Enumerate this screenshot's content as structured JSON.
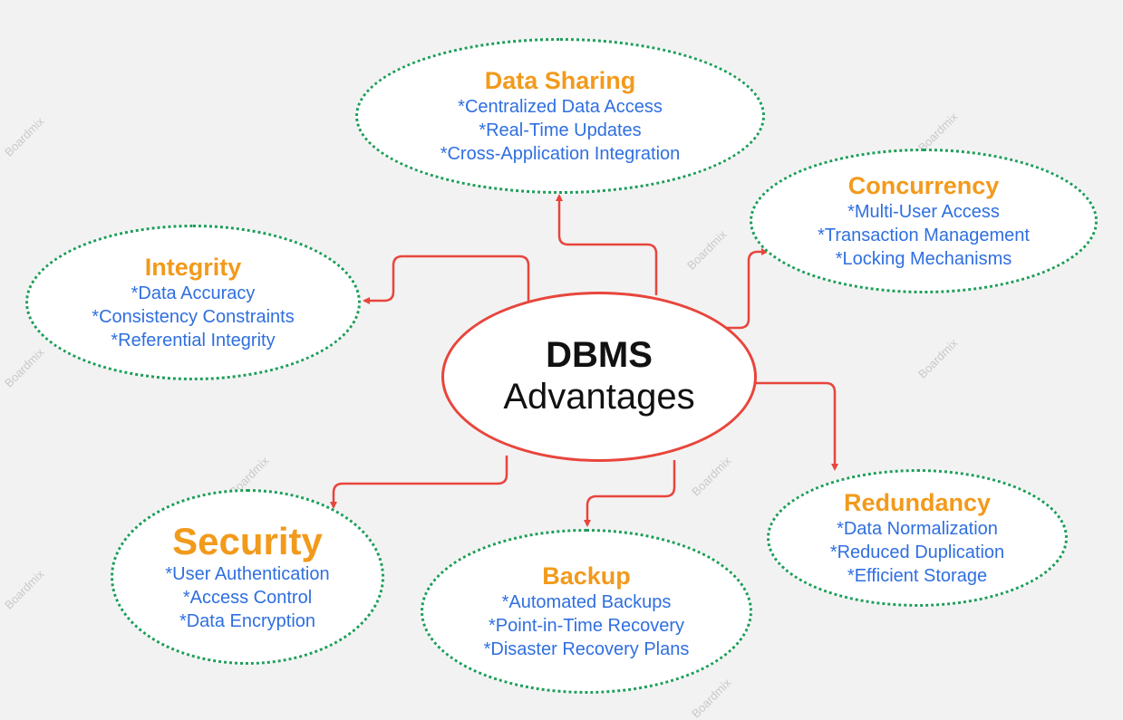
{
  "center": {
    "line1": "DBMS",
    "line2": "Advantages"
  },
  "nodes": {
    "data_sharing": {
      "title": "Data Sharing",
      "items": [
        "*Centralized Data Access",
        "*Real-Time Updates",
        "*Cross-Application Integration"
      ]
    },
    "concurrency": {
      "title": "Concurrency",
      "items": [
        "*Multi-User Access",
        "*Transaction Management",
        "*Locking Mechanisms"
      ]
    },
    "integrity": {
      "title": "Integrity",
      "items": [
        "*Data Accuracy",
        "*Consistency Constraints",
        "*Referential Integrity"
      ]
    },
    "redundancy": {
      "title": "Redundancy",
      "items": [
        "*Data Normalization",
        "*Reduced Duplication",
        "*Efficient Storage"
      ]
    },
    "security": {
      "title": "Security",
      "items": [
        "*User Authentication",
        "*Access Control",
        "*Data Encryption"
      ]
    },
    "backup": {
      "title": "Backup",
      "items": [
        "*Automated Backups",
        "*Point-in-Time Recovery",
        "*Disaster Recovery Plans"
      ]
    }
  },
  "watermark": "Boardmix",
  "colors": {
    "title": "#f29a1c",
    "item": "#2f6fe0",
    "connector": "#e8453c",
    "node_border": "#1e9e5a"
  }
}
